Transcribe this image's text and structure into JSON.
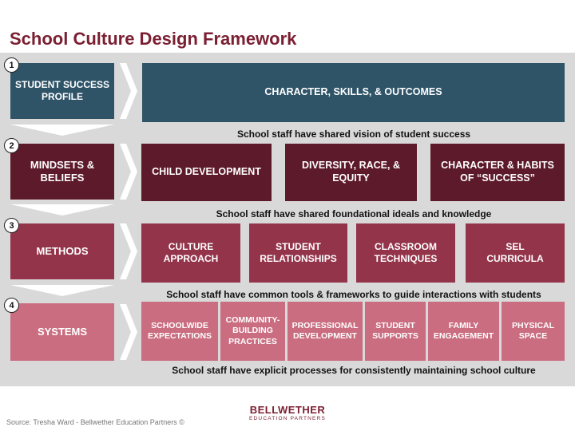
{
  "title": "School Culture Design Framework",
  "colors": {
    "title": "#7b2033",
    "level1": "#2f5468",
    "level2": "#5d1a2b",
    "level3": "#93344a",
    "level4": "#ca6d80",
    "panel": "#d9d9d9"
  },
  "levels": [
    {
      "number": "1",
      "label": "STUDENT SUCCESS PROFILE",
      "items": [
        "CHARACTER, SKILLS, & OUTCOMES"
      ],
      "caption": "School staff have shared vision of student success"
    },
    {
      "number": "2",
      "label": "MINDSETS & BELIEFS",
      "items": [
        "CHILD DEVELOPMENT",
        "DIVERSITY, RACE, & EQUITY",
        "CHARACTER & HABITS OF “SUCCESS”"
      ],
      "caption": "School staff have shared foundational ideals and knowledge"
    },
    {
      "number": "3",
      "label": "METHODS",
      "items": [
        "CULTURE APPROACH",
        "STUDENT RELATIONSHIPS",
        "CLASSROOM TECHNIQUES",
        "SEL CURRICULA"
      ],
      "caption": "School staff have common tools & frameworks to guide interactions with students"
    },
    {
      "number": "4",
      "label": "SYSTEMS",
      "items": [
        "SCHOOLWIDE EXPECTATIONS",
        "COMMUNITY-BUILDING PRACTICES",
        "PROFESSIONAL DEVELOPMENT",
        "STUDENT SUPPORTS",
        "FAMILY ENGAGEMENT",
        "PHYSICAL SPACE"
      ],
      "caption": "School staff have explicit processes for consistently maintaining school culture"
    }
  ],
  "source": "Source: Tresha Ward - Bellwether Education Partners ©",
  "logo": {
    "main": "BELLWETHER",
    "sub": "EDUCATION PARTNERS"
  }
}
